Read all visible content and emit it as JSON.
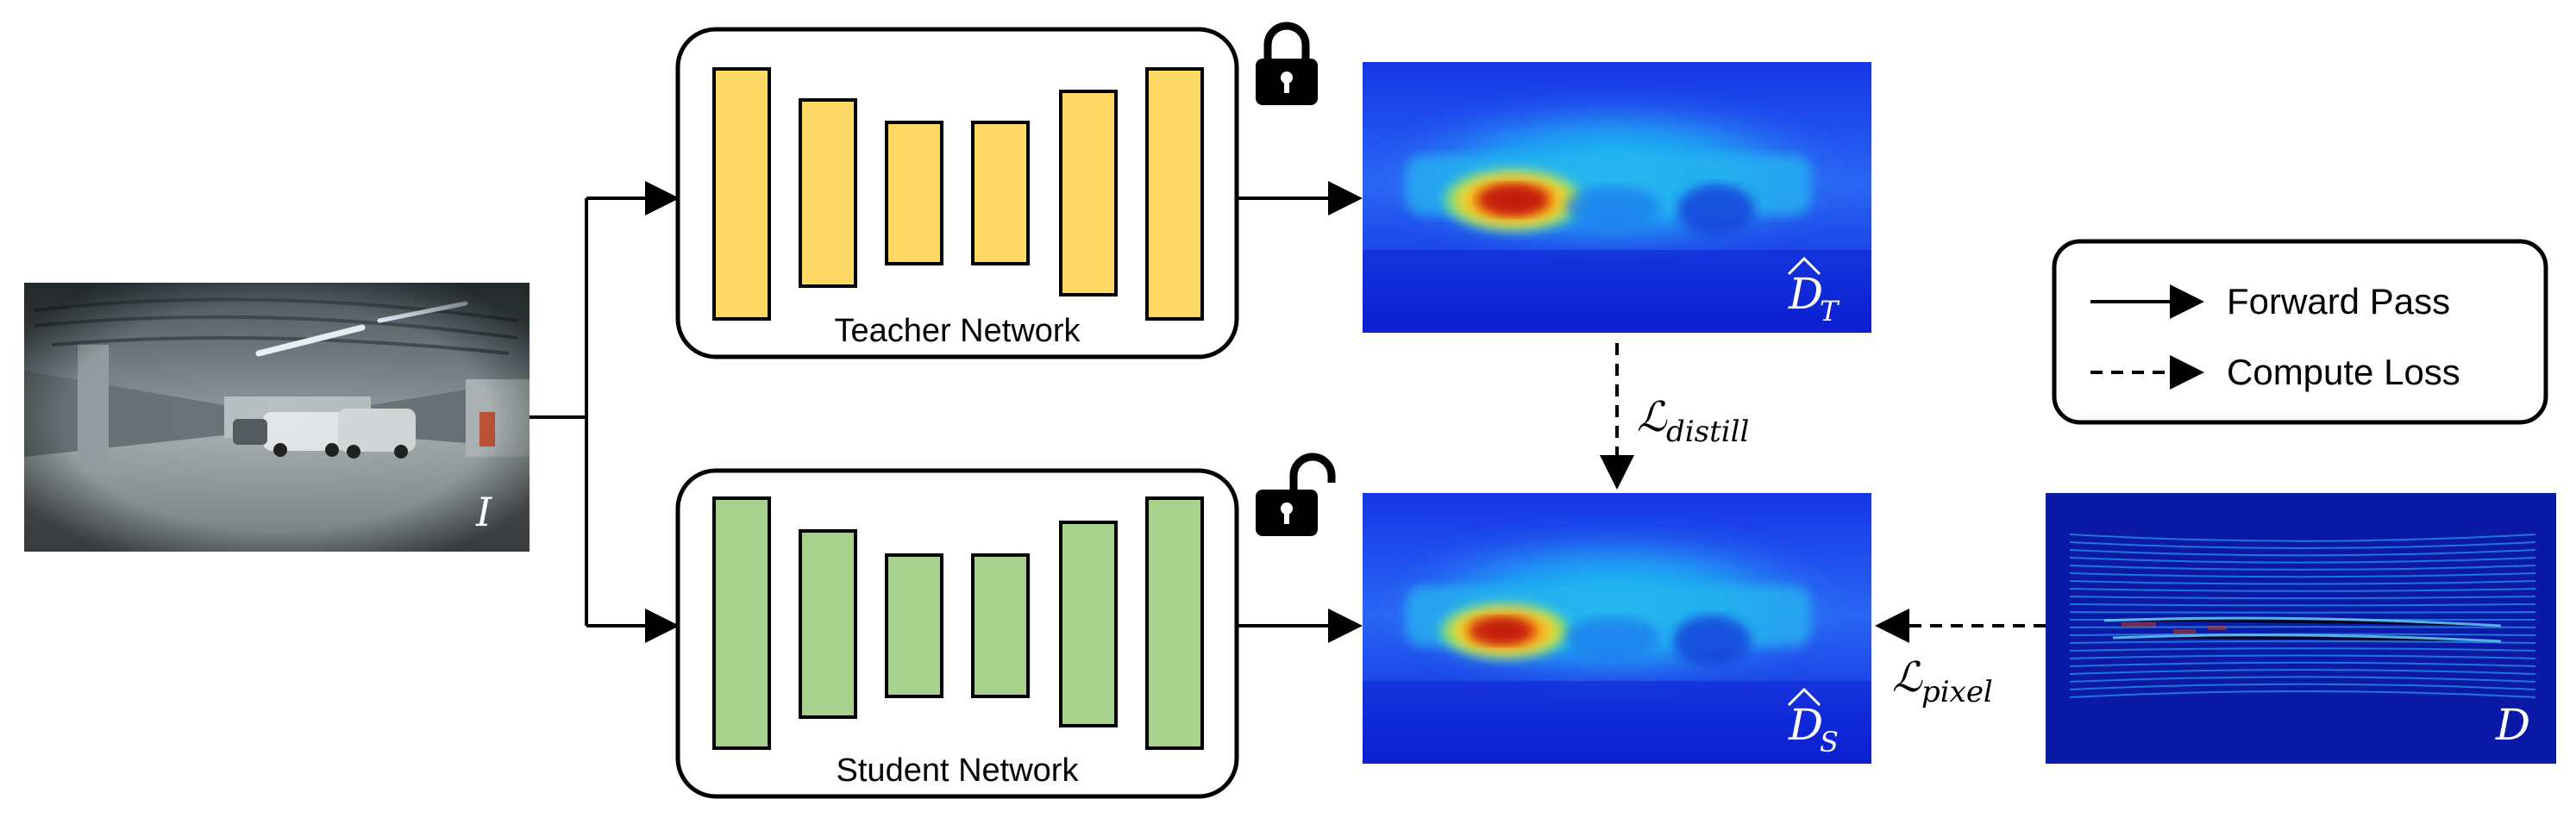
{
  "input_label": "I",
  "teacher": {
    "label": "Teacher Network",
    "lock": "closed-lock-icon"
  },
  "student": {
    "label": "Student Network",
    "lock": "open-lock-icon"
  },
  "teacher_depth_label": {
    "base": "D",
    "sub": "T"
  },
  "student_depth_label": {
    "base": "D",
    "sub": "S"
  },
  "gt_depth_label": "D",
  "loss_distill": {
    "symbol": "ℒ",
    "sub": "distill"
  },
  "loss_pixel": {
    "symbol": "ℒ",
    "sub": "pixel"
  },
  "legend": {
    "forward": "Forward Pass",
    "loss": "Compute Loss"
  },
  "colors": {
    "teacher_block": "#FFD966",
    "student_block": "#A9D18E",
    "depth_low": "#0A1FD6",
    "depth_high": "#D93A0A"
  }
}
